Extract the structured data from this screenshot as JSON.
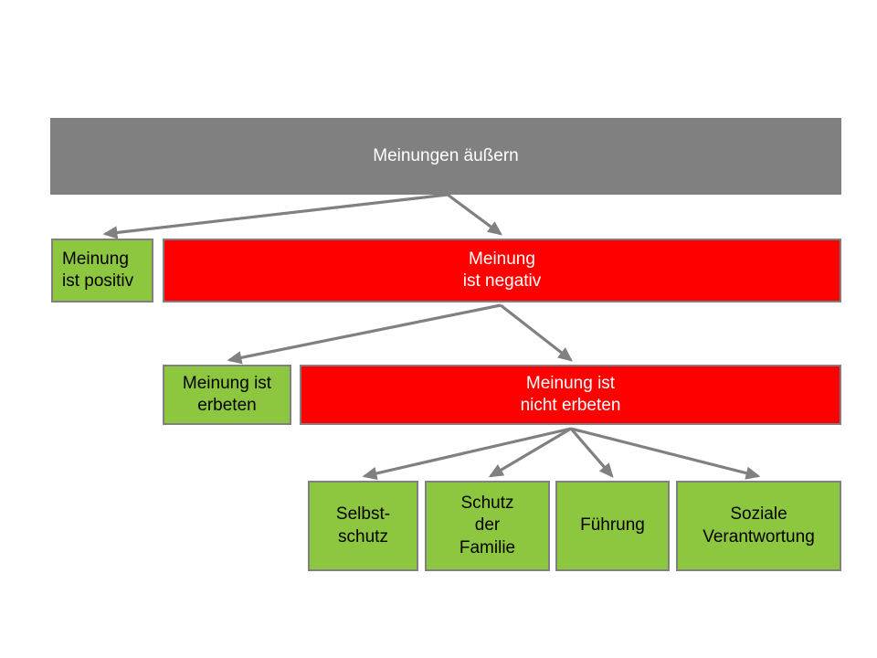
{
  "diagram": {
    "title_text": "Meinungen äußern",
    "background": "#FFFFFF",
    "colors": {
      "root_fill": "#808080",
      "green_fill": "#8DC63F",
      "red_fill": "#FF0000",
      "border": "#808080",
      "arrow": "#808080",
      "light_text": "#FFFFFF",
      "dark_text": "#000000"
    },
    "levels": {
      "level0": [
        {
          "id": "root",
          "label": "Meinungen äußern",
          "style": "root",
          "align": "center"
        }
      ],
      "level1": [
        {
          "id": "positiv",
          "label": "Meinung\nist positiv",
          "style": "green",
          "align": "left"
        },
        {
          "id": "negativ",
          "label": "Meinung\nist negativ",
          "style": "red",
          "align": "center"
        }
      ],
      "level2": [
        {
          "id": "erbeten",
          "label": "Meinung ist\nerbeten",
          "style": "green",
          "align": "center"
        },
        {
          "id": "nicht-erbeten",
          "label": "Meinung ist\nnicht erbeten",
          "style": "red",
          "align": "center"
        }
      ],
      "level3": [
        {
          "id": "selbstschutz",
          "label": "Selbst-\nschutz",
          "style": "green",
          "align": "center"
        },
        {
          "id": "schutz-familie",
          "label": "Schutz\nder\nFamilie",
          "style": "green",
          "align": "center"
        },
        {
          "id": "fuehrung",
          "label": "Führung",
          "style": "green",
          "align": "center"
        },
        {
          "id": "soziale-verantwortung",
          "label": "Soziale\nVerantwortung",
          "style": "green",
          "align": "center"
        }
      ]
    },
    "connections": [
      {
        "from": "root",
        "to": "positiv"
      },
      {
        "from": "root",
        "to": "negativ"
      },
      {
        "from": "negativ",
        "to": "erbeten"
      },
      {
        "from": "negativ",
        "to": "nicht-erbeten"
      },
      {
        "from": "nicht-erbeten",
        "to": "selbstschutz"
      },
      {
        "from": "nicht-erbeten",
        "to": "schutz-familie"
      },
      {
        "from": "nicht-erbeten",
        "to": "fuehrung"
      },
      {
        "from": "nicht-erbeten",
        "to": "soziale-verantwortung"
      }
    ]
  }
}
